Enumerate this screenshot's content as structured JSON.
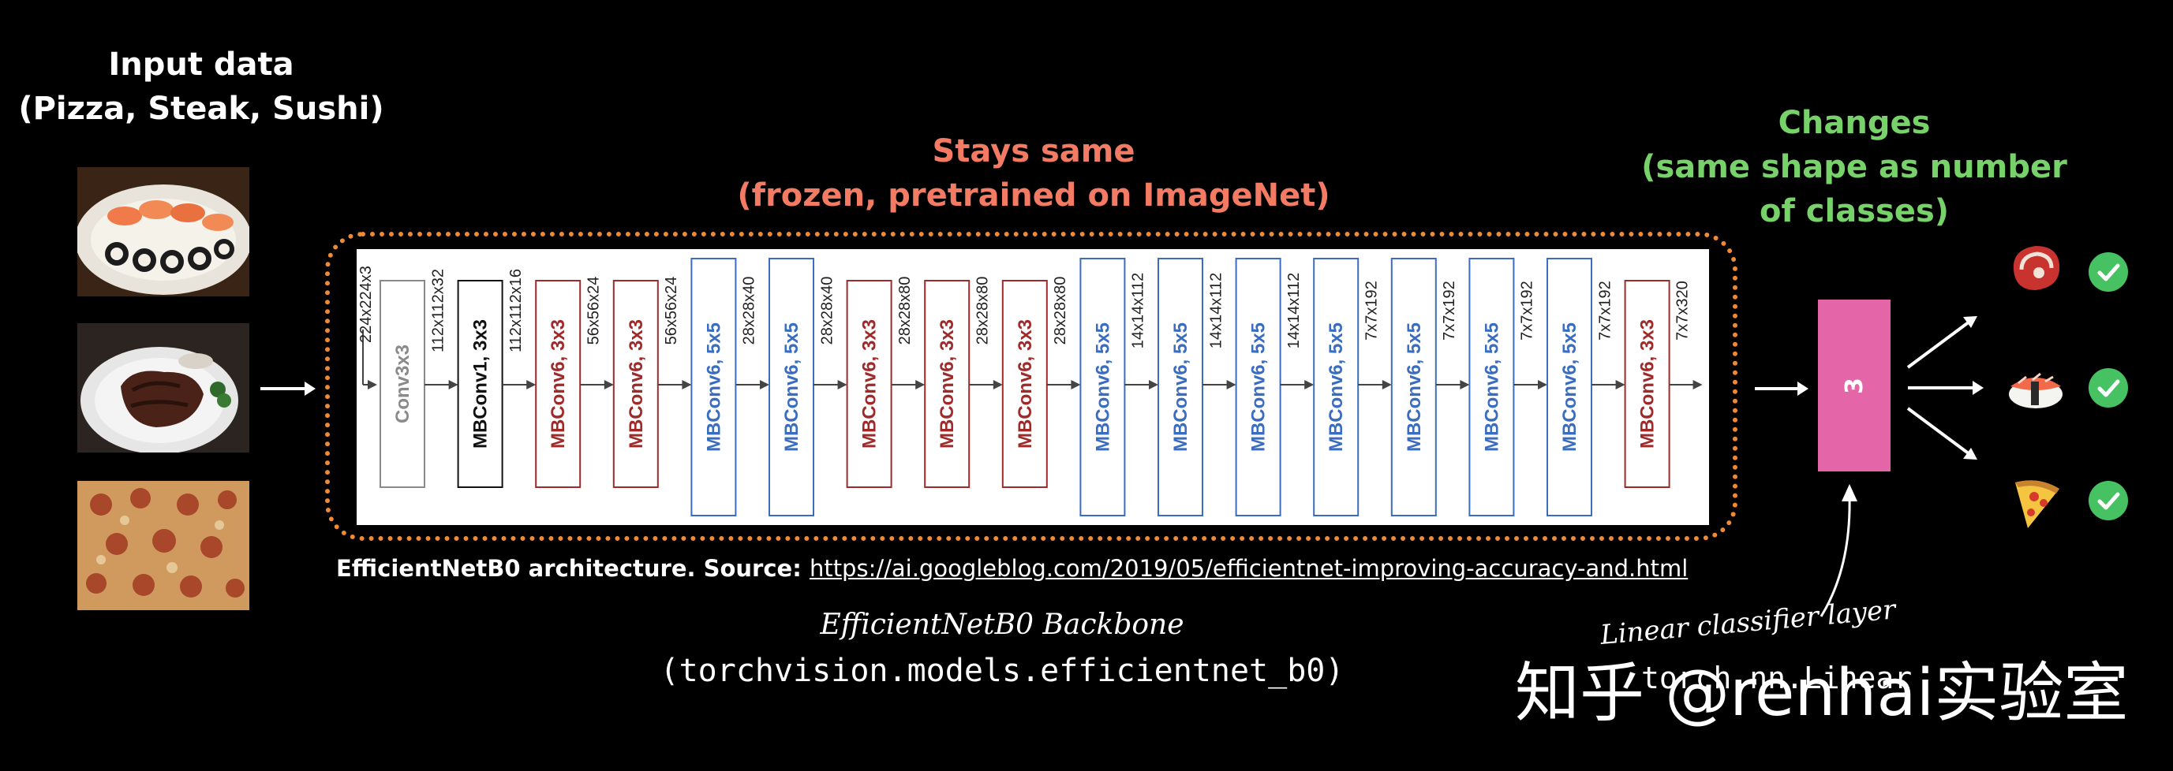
{
  "input": {
    "title_line1": "Input data",
    "title_line2": "(Pizza, Steak, Sushi)",
    "images": [
      {
        "name": "sushi",
        "icon": "sushi-plate-photo"
      },
      {
        "name": "steak",
        "icon": "steak-plate-photo"
      },
      {
        "name": "pizza",
        "icon": "pizza-photo"
      }
    ]
  },
  "backbone": {
    "header_line1": "Stays same",
    "header_line2": "(frozen, pretrained on ImageNet)",
    "header_color": "#f37a63",
    "border_color": "#f08a35",
    "caption_bold": "EfficientNetB0 architecture. Source:",
    "caption_link": "https://ai.googleblog.com/2019/05/efficientnet-improving-accuracy-and.html",
    "label_hand": "EfficientNetB0 Backbone",
    "label_code": "(torchvision.models.efficientnet_b0)",
    "input_shape": "224x224x3",
    "layers": [
      {
        "label": "Conv3x3",
        "style": "gray",
        "out": "112x112x32"
      },
      {
        "label": "MBConv1, 3x3",
        "style": "black",
        "out": "112x112x16"
      },
      {
        "label": "MBConv6, 3x3",
        "style": "red",
        "out": "56x56x24"
      },
      {
        "label": "MBConv6, 3x3",
        "style": "red",
        "out": "56x56x24"
      },
      {
        "label": "MBConv6, 5x5",
        "style": "blue",
        "out": "28x28x40"
      },
      {
        "label": "MBConv6, 5x5",
        "style": "blue",
        "out": "28x28x40"
      },
      {
        "label": "MBConv6, 3x3",
        "style": "red",
        "out": "28x28x80"
      },
      {
        "label": "MBConv6, 3x3",
        "style": "red",
        "out": "28x28x80"
      },
      {
        "label": "MBConv6, 3x3",
        "style": "red",
        "out": "28x28x80"
      },
      {
        "label": "MBConv6, 5x5",
        "style": "blue",
        "out": "14x14x112"
      },
      {
        "label": "MBConv6, 5x5",
        "style": "blue",
        "out": "14x14x112"
      },
      {
        "label": "MBConv6, 5x5",
        "style": "blue",
        "out": "14x14x112"
      },
      {
        "label": "MBConv6, 5x5",
        "style": "blue",
        "out": "7x7x192"
      },
      {
        "label": "MBConv6, 5x5",
        "style": "blue",
        "out": "7x7x192"
      },
      {
        "label": "MBConv6, 5x5",
        "style": "blue",
        "out": "7x7x192"
      },
      {
        "label": "MBConv6, 5x5",
        "style": "blue",
        "out": "7x7x192"
      },
      {
        "label": "MBConv6, 3x3",
        "style": "red",
        "out": "7x7x320"
      }
    ],
    "colors": {
      "gray": "#8a8a8a",
      "black": "#111111",
      "red": "#a02a2a",
      "blue": "#3a6cc0"
    }
  },
  "classifier": {
    "header_line1": "Changes",
    "header_line2": "(same shape as number",
    "header_line3": "of classes)",
    "header_color": "#77d26a",
    "box_label": "3",
    "box_color": "#e566a8",
    "label_hand": "Linear classifier layer",
    "label_code": "torch.nn.Linear"
  },
  "outputs": [
    {
      "name": "steak",
      "icon": "steak-icon"
    },
    {
      "name": "sushi",
      "icon": "sushi-icon"
    },
    {
      "name": "pizza",
      "icon": "pizza-slice-icon"
    }
  ],
  "watermark": "知乎 @renhai实验室"
}
